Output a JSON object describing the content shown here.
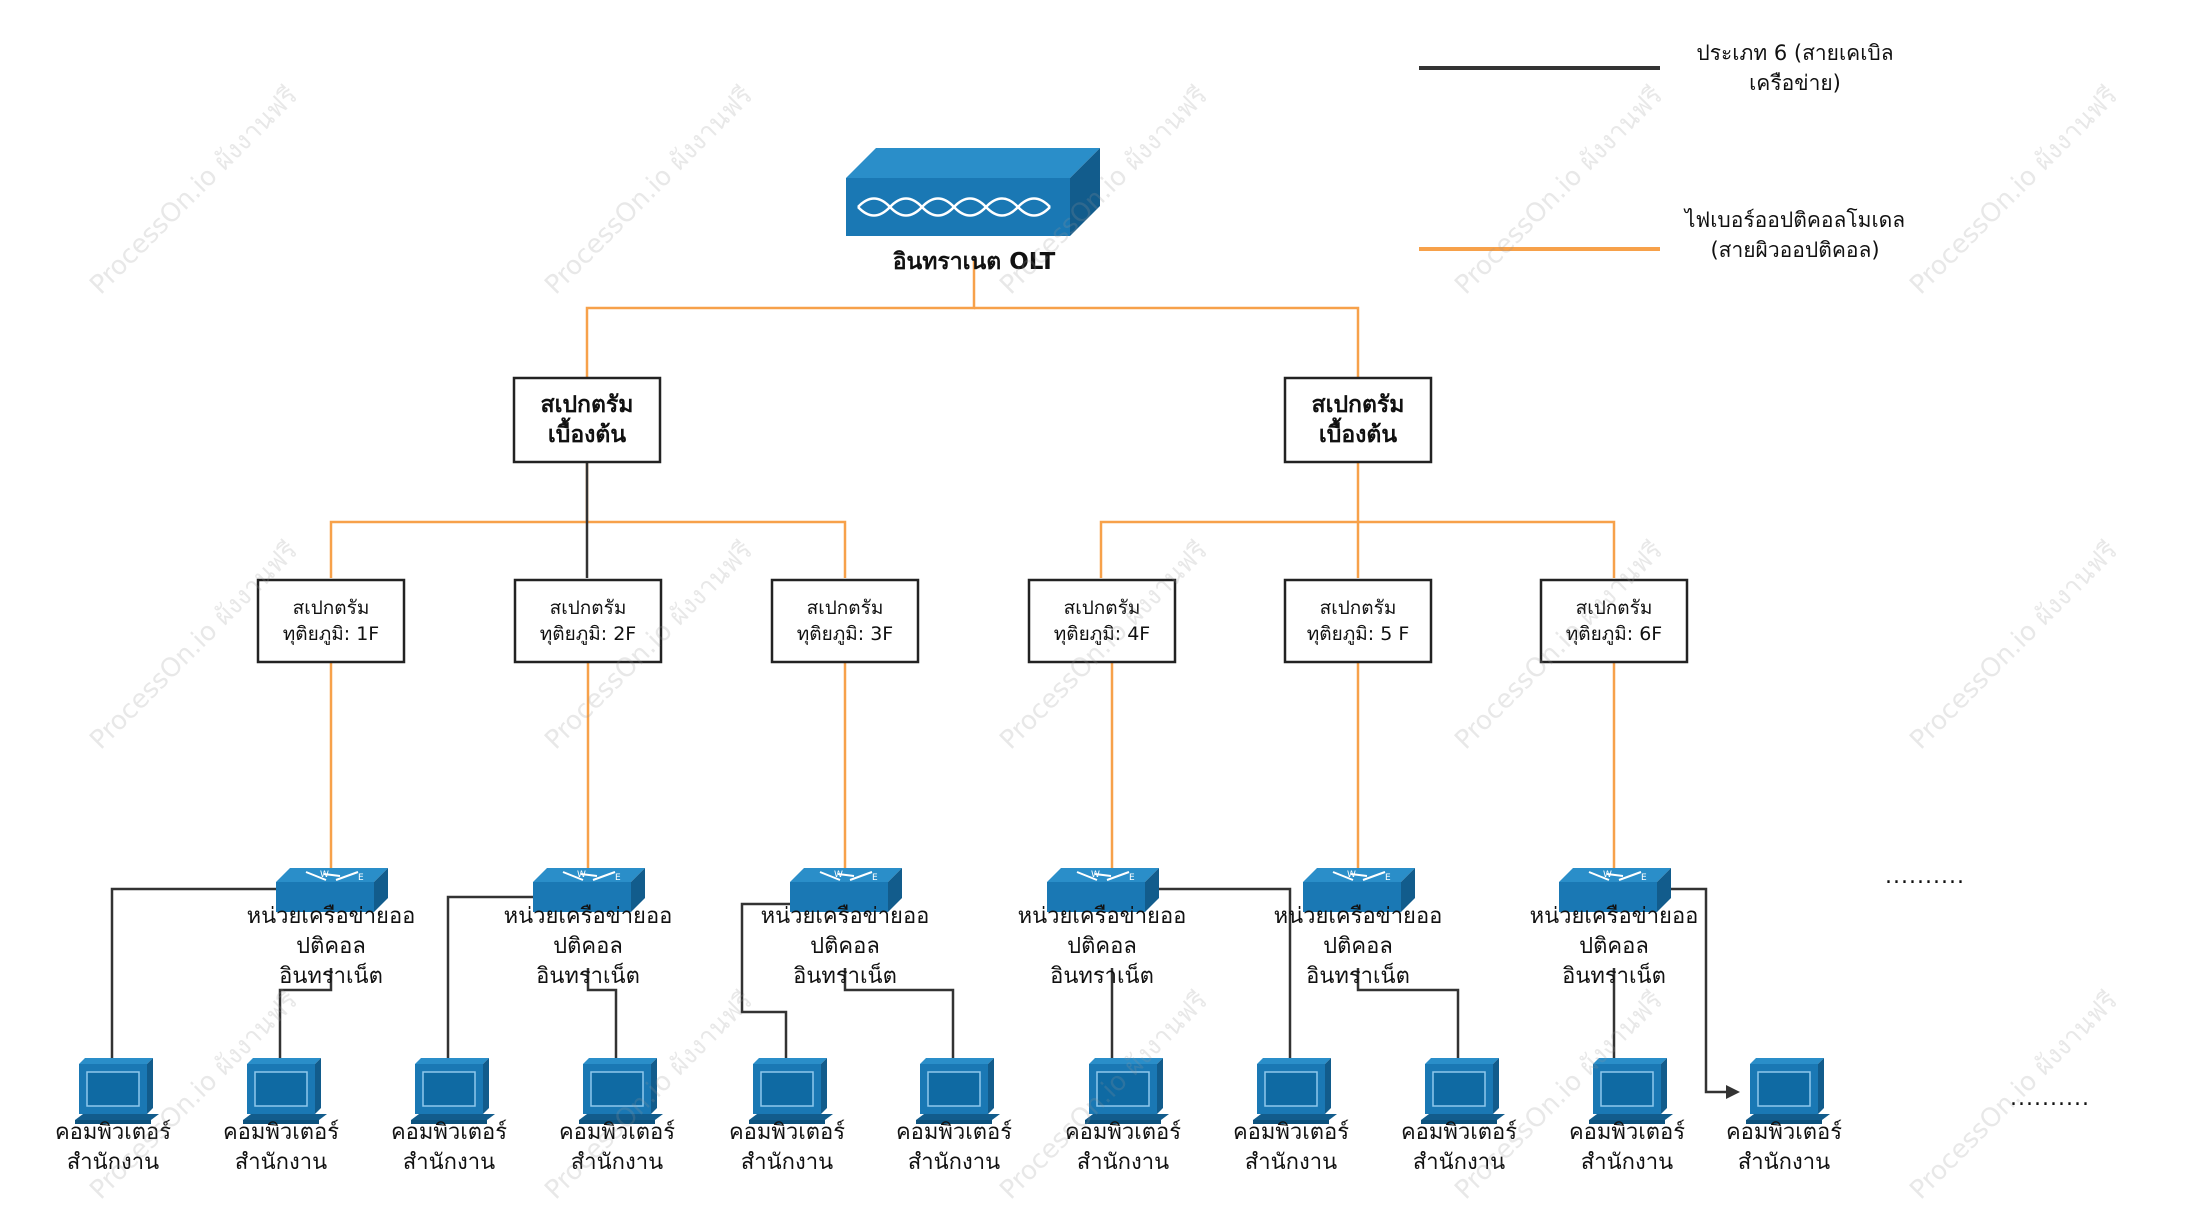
{
  "legend": {
    "cable_label": "ประเภท 6 (สายเคเบิลเครือข่าย)",
    "fiber_label": "ไฟเบอร์ออปติคอลโมเดล (สายผิวออปติคอล)",
    "cable_color": "#333333",
    "fiber_color": "#f7a14a"
  },
  "olt": {
    "label": "อินทราเนต OLT",
    "color": "#1a78b4"
  },
  "primary_splitters": [
    {
      "label_line1": "สเปกตรัม",
      "label_line2": "เบื้องต้น"
    },
    {
      "label_line1": "สเปกตรัม",
      "label_line2": "เบื้องต้น"
    }
  ],
  "secondary_splitters": [
    {
      "label_line1": "สเปกตรัม",
      "label_line2": "ทุติยภูมิ: 1F"
    },
    {
      "label_line1": "สเปกตรัม",
      "label_line2": "ทุติยภูมิ: 2F"
    },
    {
      "label_line1": "สเปกตรัม",
      "label_line2": "ทุติยภูมิ: 3F"
    },
    {
      "label_line1": "สเปกตรัม",
      "label_line2": "ทุติยภูมิ: 4F"
    },
    {
      "label_line1": "สเปกตรัม",
      "label_line2": "ทุติยภูมิ: 5 F"
    },
    {
      "label_line1": "สเปกตรัม",
      "label_line2": "ทุติยภูมิ: 6F"
    }
  ],
  "onu": {
    "label_line1": "หน่วยเครือข่ายออ",
    "label_line2": "ปติคอล",
    "label_line3": "อินทราเน็ต"
  },
  "computer": {
    "label_line1": "คอมพิวเตอร์",
    "label_line2": "สำนักงาน"
  },
  "ellipsis_upper": "..........",
  "ellipsis_lower": "..........",
  "watermark": "ProcessOn.io ผังงานฟรี"
}
